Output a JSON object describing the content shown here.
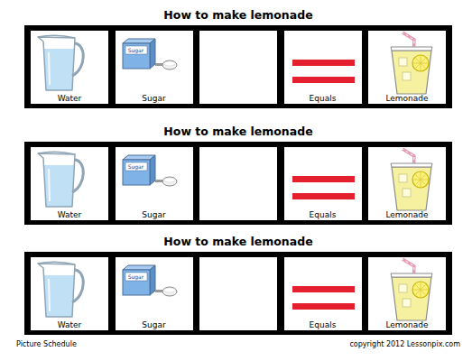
{
  "diagram": {
    "nodes": [
      {
        "text": [
          "How to make lemonade"
        ]
      },
      {
        "text": [
          "Water"
        ],
        "in": 0
      },
      {
        "text": [
          "Sugar"
        ],
        "in": 0
      },
      {
        "text": [
          "Equals"
        ],
        "in": 0
      },
      {
        "text": [
          "Lemonade"
        ],
        "in": 0
      },
      {
        "text": [
          "How to make lemonade"
        ]
      },
      {
        "text": [
          "Water"
        ],
        "in": 5
      },
      {
        "text": [
          "Sugar"
        ],
        "in": 5
      },
      {
        "text": [
          "Equals"
        ],
        "in": 5
      },
      {
        "text": [
          "Lemonade"
        ],
        "in": 5
      },
      {
        "text": [
          "How to make lemonade"
        ]
      },
      {
        "text": [
          "Water"
        ],
        "in": 10
      },
      {
        "text": [
          "Sugar"
        ],
        "in": 10
      },
      {
        "text": [
          "Equals"
        ],
        "in": 10
      },
      {
        "text": [
          "Lemonade"
        ],
        "in": 10
      }
    ],
    "labels": [
      "Sugar",
      "Sugar",
      "Sugar",
      "Picture Schedule",
      "copyright 2012 Lessonpix.com"
    ]
  }
}
